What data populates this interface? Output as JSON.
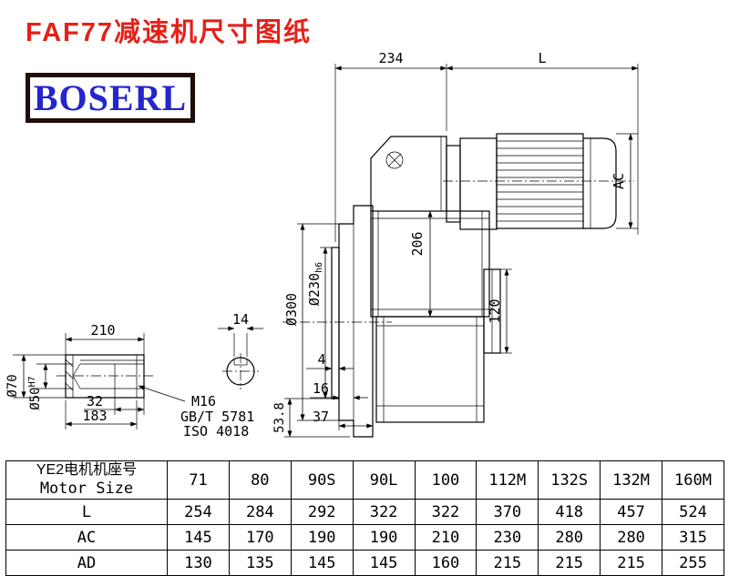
{
  "page": {
    "title": "FAF77减速机尺寸图纸",
    "logo": "BOSERL"
  },
  "drawing": {
    "dims": {
      "d234": "234",
      "dL": "L",
      "dAC": "AC",
      "d206": "206",
      "d300": "Ø300",
      "d230": "Ø230",
      "d230_tol": "h6",
      "d120": "120",
      "d210": "210",
      "d14": "14",
      "d4": "4",
      "d16": "16",
      "d37": "37",
      "d53_8": "53.8",
      "d70": "Ø70",
      "d50": "Ø50",
      "d50_tol": "H7",
      "d32": "32",
      "d183": "183",
      "m16": "M16",
      "gbt": "GB/T 5781",
      "iso": "ISO 4018"
    }
  },
  "table": {
    "header": {
      "label_cn": "YE2电机机座号",
      "label_en": "Motor Size",
      "sizes": [
        "71",
        "80",
        "90S",
        "90L",
        "100",
        "112M",
        "132S",
        "132M",
        "160M"
      ]
    },
    "rows": [
      {
        "label": "L",
        "values": [
          "254",
          "284",
          "292",
          "322",
          "322",
          "370",
          "418",
          "457",
          "524"
        ]
      },
      {
        "label": "AC",
        "values": [
          "145",
          "170",
          "190",
          "190",
          "210",
          "230",
          "280",
          "280",
          "315"
        ]
      },
      {
        "label": "AD",
        "values": [
          "130",
          "135",
          "145",
          "145",
          "160",
          "215",
          "215",
          "215",
          "255"
        ]
      }
    ]
  },
  "colors": {
    "title_red": "#e62019",
    "logo_blue": "#2525cc",
    "logo_border": "#1f0d08",
    "line": "#000000"
  }
}
